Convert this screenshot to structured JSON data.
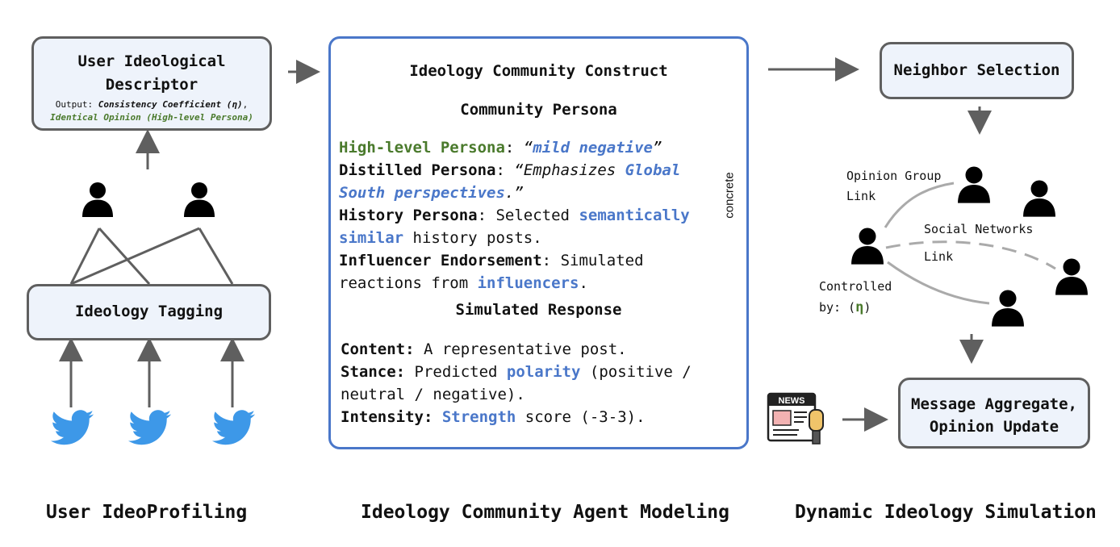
{
  "left": {
    "descriptor": {
      "title_line1": "User Ideological",
      "title_line2": "Descriptor",
      "output_prefix": "Output: ",
      "output_coef": "Consistency Coefficient (η)",
      "output_sep": ",",
      "output_opinion": "Identical Opinion (High-level Persona)"
    },
    "tagging": "Ideology Tagging",
    "caption": "User IdeoProfiling"
  },
  "middle": {
    "title": "Ideology Community Construct",
    "persona_header": "Community Persona",
    "high_level_key": "High-level Persona",
    "colon": ":",
    "high_level_open": "“",
    "high_level_val": "mild negative",
    "high_level_close": "”",
    "distilled_key": "Distilled Persona",
    "distilled_pre": "“Emphasizes ",
    "distilled_blue1": "Global",
    "distilled_blue2": "South perspectives",
    "distilled_post": ".”",
    "history_key": "History Persona",
    "history_pre": " Selected ",
    "history_blue1": "semantically",
    "history_blue2": "similar",
    "history_post": " history posts.",
    "influencer_key": "Influencer Endorsement",
    "influencer_pre": " Simulated",
    "influencer_line2_pre": "reactions from ",
    "influencer_blue": "influencers",
    "influencer_post": ".",
    "concrete": "concrete",
    "response_header": "Simulated Response",
    "content_key": "Content:",
    "content_val": " A representative post.",
    "stance_key": "Stance:",
    "stance_pre": " Predicted ",
    "stance_blue": "polarity",
    "stance_post": " (positive /",
    "stance_line2": "neutral / negative).",
    "intensity_key": "Intensity:",
    "intensity_blue": "Strength",
    "intensity_post": " score (-3-3).",
    "caption": "Ideology Community Agent Modeling"
  },
  "right": {
    "neighbor": "Neighbor Selection",
    "opinion_group_1": "Opinion Group",
    "opinion_group_2": "Link",
    "social_1": "Social Networks",
    "social_2": "Link",
    "controlled_1": "Controlled",
    "controlled_2": "by: (",
    "controlled_eta": "η",
    "controlled_3": ")",
    "news_label": "NEWS",
    "aggregate_1": "Message Aggregate,",
    "aggregate_2": "Opinion Update",
    "caption": "Dynamic Ideology Simulation"
  },
  "colors": {
    "arrow": "#5f5f5f",
    "box_bg": "#eef3fb",
    "blue": "#4a77c9",
    "green": "#4a7a2c",
    "twitter": "#3d98e8"
  }
}
